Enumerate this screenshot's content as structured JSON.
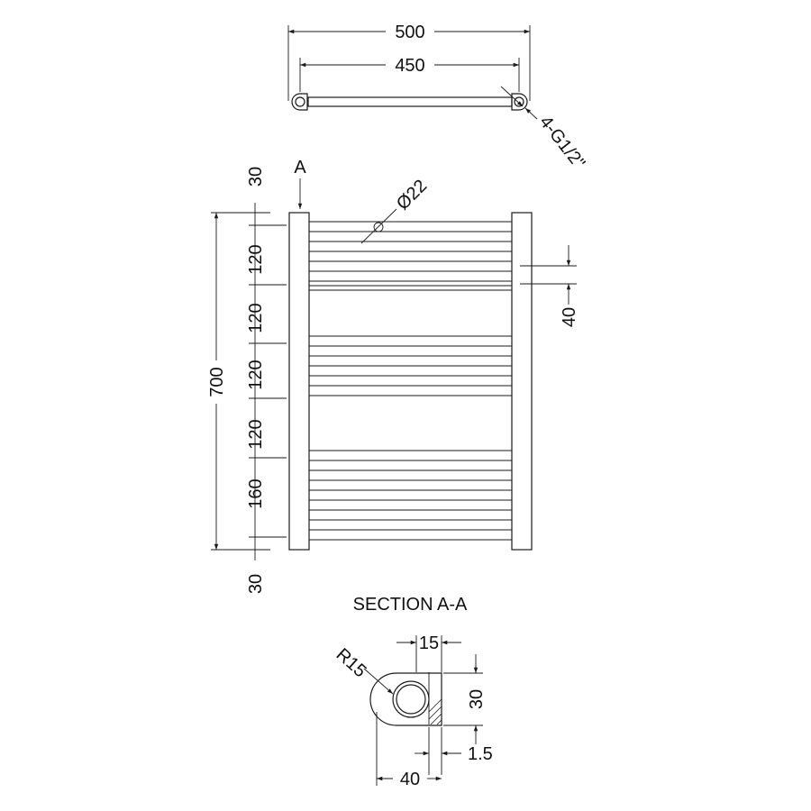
{
  "top_view": {
    "overall_width": "500",
    "centres_width": "450",
    "connections": "4-G1/2\""
  },
  "front_view": {
    "section_marker": "A",
    "tube_diameter": "Ø22",
    "total_height": "700",
    "spacing_labels": [
      "30",
      "120",
      "120",
      "120",
      "120",
      "160",
      "30"
    ],
    "connection_offset": "40"
  },
  "section": {
    "title": "SECTION A-A",
    "radius": "R15",
    "width_15": "15",
    "height_30": "30",
    "wall": "1.5",
    "depth_40": "40"
  }
}
